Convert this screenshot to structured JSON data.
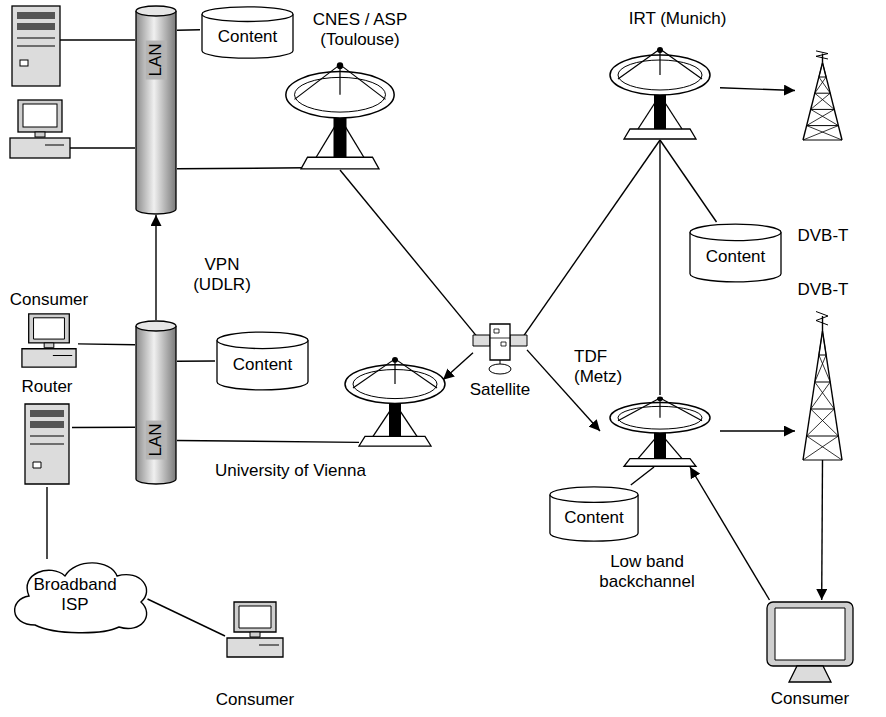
{
  "diagram": {
    "nodes": [
      {
        "text": [
          "LAN"
        ]
      },
      {
        "text": [
          "Content"
        ]
      },
      {
        "text": [
          "CNES / ASP (Toulouse)"
        ]
      },
      {
        "text": [
          "IRT (Munich)"
        ]
      },
      {
        "text": [
          "DVB-T"
        ]
      },
      {
        "text": [
          "Satellite"
        ]
      },
      {
        "text": [
          "Content"
        ]
      },
      {
        "text": [
          "Consumer"
        ]
      },
      {
        "text": [
          "LAN"
        ]
      },
      {
        "text": [
          "Content"
        ]
      },
      {
        "text": [
          "Router"
        ]
      },
      {
        "text": [
          "University of Vienna"
        ]
      },
      {
        "text": [
          "TDF (Metz)"
        ]
      },
      {
        "text": [
          "DVB-T"
        ]
      },
      {
        "text": [
          "Content"
        ]
      },
      {
        "text": [
          "Broadband ISP"
        ]
      },
      {
        "text": [
          "Consumer"
        ]
      },
      {
        "text": [
          "Consumer"
        ]
      }
    ],
    "edges": [
      {
        "from": 0,
        "to": 1,
        "arrow": "none"
      },
      {
        "from": 0,
        "to": 2,
        "arrow": "none"
      },
      {
        "from": 2,
        "to": 5,
        "arrow": "none"
      },
      {
        "from": 3,
        "to": 5,
        "arrow": "none"
      },
      {
        "from": 3,
        "to": 4,
        "arrow": "to"
      },
      {
        "from": 3,
        "to": 6,
        "arrow": "none"
      },
      {
        "from": 3,
        "to": 12,
        "arrow": "none"
      },
      {
        "from": 5,
        "to": 11,
        "arrow": "to"
      },
      {
        "from": 5,
        "to": 12,
        "arrow": "to"
      },
      {
        "from": 8,
        "to": 0,
        "arrow": "to",
        "label": "VPN (UDLR)"
      },
      {
        "from": 7,
        "to": 8,
        "arrow": "none"
      },
      {
        "from": 9,
        "to": 8,
        "arrow": "none"
      },
      {
        "from": 10,
        "to": 8,
        "arrow": "none"
      },
      {
        "from": 8,
        "to": 11,
        "arrow": "none"
      },
      {
        "from": 10,
        "to": 15,
        "arrow": "none"
      },
      {
        "from": 15,
        "to": 16,
        "arrow": "none"
      },
      {
        "from": 12,
        "to": 13,
        "arrow": "to"
      },
      {
        "from": 12,
        "to": 14,
        "arrow": "none"
      },
      {
        "from": 13,
        "to": 17,
        "arrow": "to"
      },
      {
        "from": 17,
        "to": 12,
        "arrow": "to",
        "label": "Low band backchannel"
      }
    ]
  }
}
